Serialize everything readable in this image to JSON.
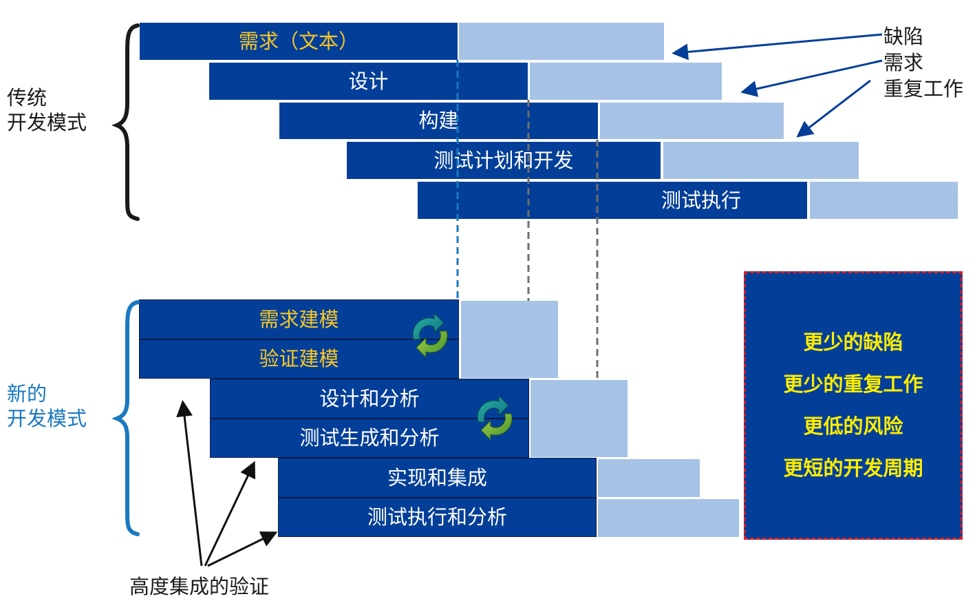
{
  "traditional": {
    "label_line1": "传统",
    "label_line2": "开发模式",
    "phases": [
      {
        "label": "需求（文本）",
        "highlight": true
      },
      {
        "label": "设计",
        "highlight": false
      },
      {
        "label": "构建",
        "highlight": false
      },
      {
        "label": "测试计划和开发",
        "highlight": false
      },
      {
        "label": "测试执行",
        "highlight": false
      }
    ],
    "annotations": [
      "缺陷",
      "需求",
      "重复工作"
    ]
  },
  "new_model": {
    "label_line1": "新的",
    "label_line2": "开发模式",
    "phases": [
      {
        "label": "需求建模",
        "highlight": true
      },
      {
        "label": "验证建模",
        "highlight": true
      },
      {
        "label": "设计和分析",
        "highlight": false
      },
      {
        "label": "测试生成和分析",
        "highlight": false
      },
      {
        "label": "实现和集成",
        "highlight": false
      },
      {
        "label": "测试执行和分析",
        "highlight": false
      }
    ],
    "verification_label": "高度集成的验证",
    "cycle_icons": [
      "cycle-icon",
      "cycle-icon"
    ]
  },
  "benefits": [
    "更少的缺陷",
    "更少的重复工作",
    "更低的风险",
    "更短的开发周期"
  ],
  "colors": {
    "bar_dark": "#033f98",
    "bar_light": "#a6c3e6",
    "highlight_text": "#f6c628",
    "benefit_text": "#ffec00",
    "new_model_label": "#1a79bf",
    "box_border": "#d6202a"
  }
}
